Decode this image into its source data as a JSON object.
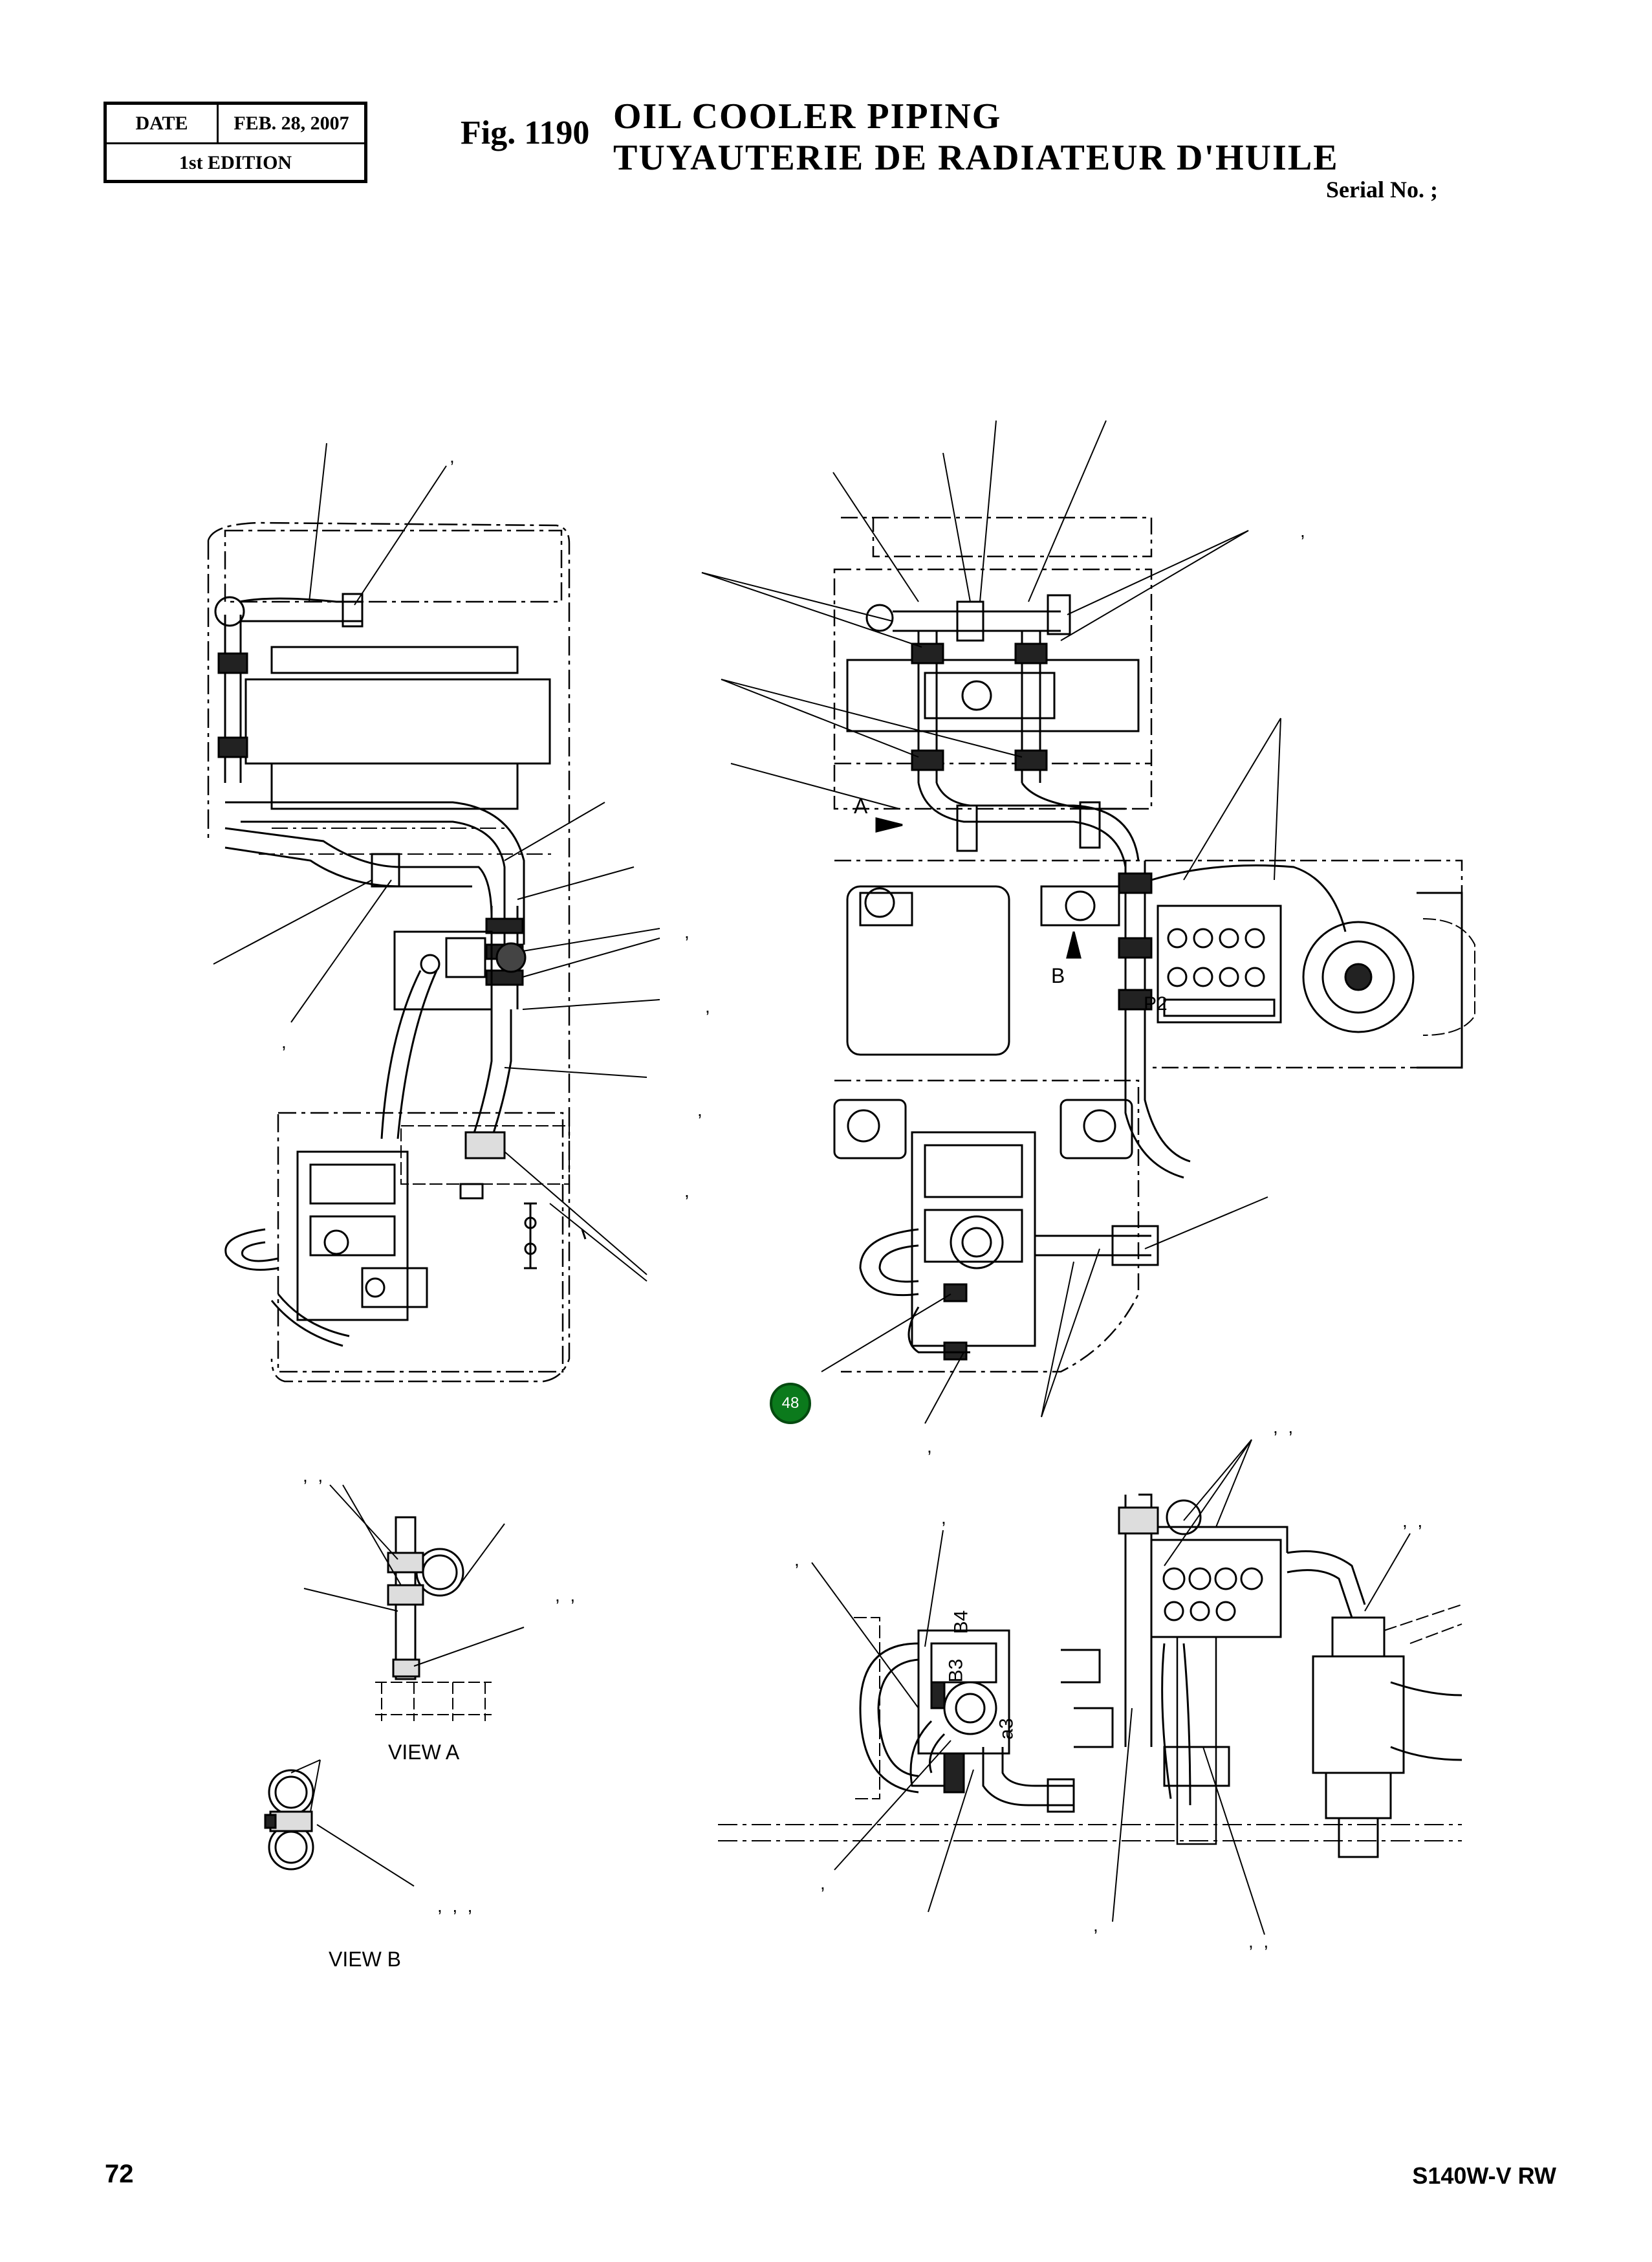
{
  "header": {
    "date_label": "DATE",
    "date_value": "FEB. 28, 2007",
    "edition": "1st EDITION",
    "fig_number": "Fig. 1190",
    "title_en": "OIL  COOLER  PIPING",
    "title_fr": "TUYAUTERIE  DE  RADIATEUR  D'HUILE",
    "serial": "Serial No. ;"
  },
  "footer": {
    "page_number": "72",
    "model": "S140W-V RW"
  },
  "views": {
    "view_a": "VIEW A",
    "view_b": "VIEW B",
    "arrow_a": "A",
    "arrow_b": "B"
  },
  "ports": {
    "p2": "P2",
    "b4": "B4",
    "b3": "B3",
    "a3": "a3"
  },
  "callouts": {
    "part_48": "48",
    "c1": ",",
    "c2": ",",
    "c3": ",",
    "c4": ",",
    "c5": ",",
    "c6": ",",
    "c7": ",",
    "c8": ",",
    "c9": ",  ,",
    "c10": ",  ,",
    "c11": ",  ,",
    "c12": ",",
    "c13": ",",
    "c14": ",  ,",
    "c15": ",  ,  ,",
    "c16": ",",
    "c17": ",",
    "c18": ",  ,"
  }
}
